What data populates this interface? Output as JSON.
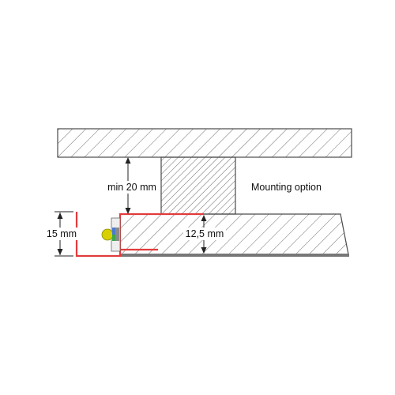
{
  "labels": {
    "clearance": "min 20 mm",
    "mounting": "Mounting option",
    "height_profile": "15 mm",
    "height_panel": "12,5 mm"
  },
  "colors": {
    "outline": "#4a4a4a",
    "hatch": "#6f6f6f",
    "profile": "#e23b3b",
    "shadow": "#777777",
    "led_body": "#d8d000",
    "led_accent_blue": "#4a7bd0",
    "led_accent_green": "#3da84a",
    "led_base": "#8a8a8a"
  }
}
